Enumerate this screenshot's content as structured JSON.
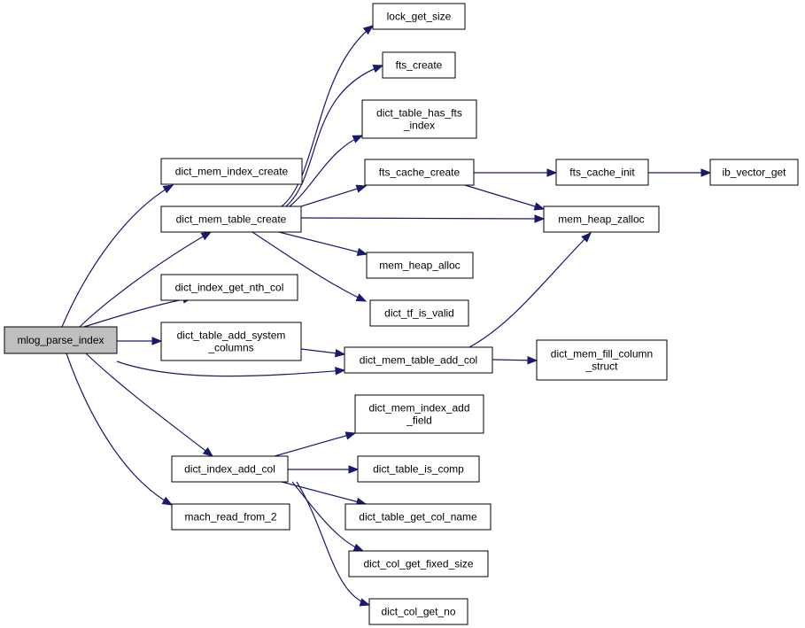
{
  "diagram": {
    "nodes": {
      "n_root": [
        "mlog_parse_index"
      ],
      "n_dmic": [
        "dict_mem_index_create"
      ],
      "n_dmtc": [
        "dict_mem_table_create"
      ],
      "n_digc": [
        "dict_index_get_nth_col"
      ],
      "n_dtasc": [
        "dict_table_add_system",
        "_columns"
      ],
      "n_diac": [
        "dict_index_add_col"
      ],
      "n_mrf2": [
        "mach_read_from_2"
      ],
      "n_lgs": [
        "lock_get_size"
      ],
      "n_ftsc": [
        "fts_create"
      ],
      "n_dthfi": [
        "dict_table_has_fts",
        "_index"
      ],
      "n_ftscc": [
        "fts_cache_create"
      ],
      "n_mha": [
        "mem_heap_alloc"
      ],
      "n_dtiv": [
        "dict_tf_is_valid"
      ],
      "n_dmtac": [
        "dict_mem_table_add_col"
      ],
      "n_dmiaf": [
        "dict_mem_index_add",
        "_field"
      ],
      "n_dtic": [
        "dict_table_is_comp"
      ],
      "n_dtgcn": [
        "dict_table_get_col_name"
      ],
      "n_dcgfs": [
        "dict_col_get_fixed_size"
      ],
      "n_dcgn": [
        "dict_col_get_no"
      ],
      "n_ftsci": [
        "fts_cache_init"
      ],
      "n_mhz": [
        "mem_heap_zalloc"
      ],
      "n_dmfcs": [
        "dict_mem_fill_column",
        "_struct"
      ],
      "n_ivg": [
        "ib_vector_get"
      ]
    },
    "edges": [
      [
        "n_root",
        "n_dmic"
      ],
      [
        "n_root",
        "n_dmtc"
      ],
      [
        "n_root",
        "n_digc"
      ],
      [
        "n_root",
        "n_dtasc"
      ],
      [
        "n_root",
        "n_dmtac"
      ],
      [
        "n_root",
        "n_diac"
      ],
      [
        "n_root",
        "n_mrf2"
      ],
      [
        "n_dmtc",
        "n_lgs"
      ],
      [
        "n_dmtc",
        "n_ftsc"
      ],
      [
        "n_dmtc",
        "n_dthfi"
      ],
      [
        "n_dmtc",
        "n_ftscc"
      ],
      [
        "n_dmtc",
        "n_mhz"
      ],
      [
        "n_dmtc",
        "n_mha"
      ],
      [
        "n_dmtc",
        "n_dtiv"
      ],
      [
        "n_dtasc",
        "n_dmtac"
      ],
      [
        "n_dmtac",
        "n_mhz"
      ],
      [
        "n_dmtac",
        "n_dmfcs"
      ],
      [
        "n_ftscc",
        "n_ftsci"
      ],
      [
        "n_ftscc",
        "n_mhz"
      ],
      [
        "n_ftsci",
        "n_ivg"
      ],
      [
        "n_diac",
        "n_dmiaf"
      ],
      [
        "n_diac",
        "n_dtic"
      ],
      [
        "n_diac",
        "n_dtgcn"
      ],
      [
        "n_diac",
        "n_dcgfs"
      ],
      [
        "n_diac",
        "n_dcgn"
      ]
    ],
    "colors": {
      "edge": "#191970",
      "node_border": "#000000",
      "node_fill": "#ffffff",
      "root_fill": "#bfbfbf"
    }
  }
}
